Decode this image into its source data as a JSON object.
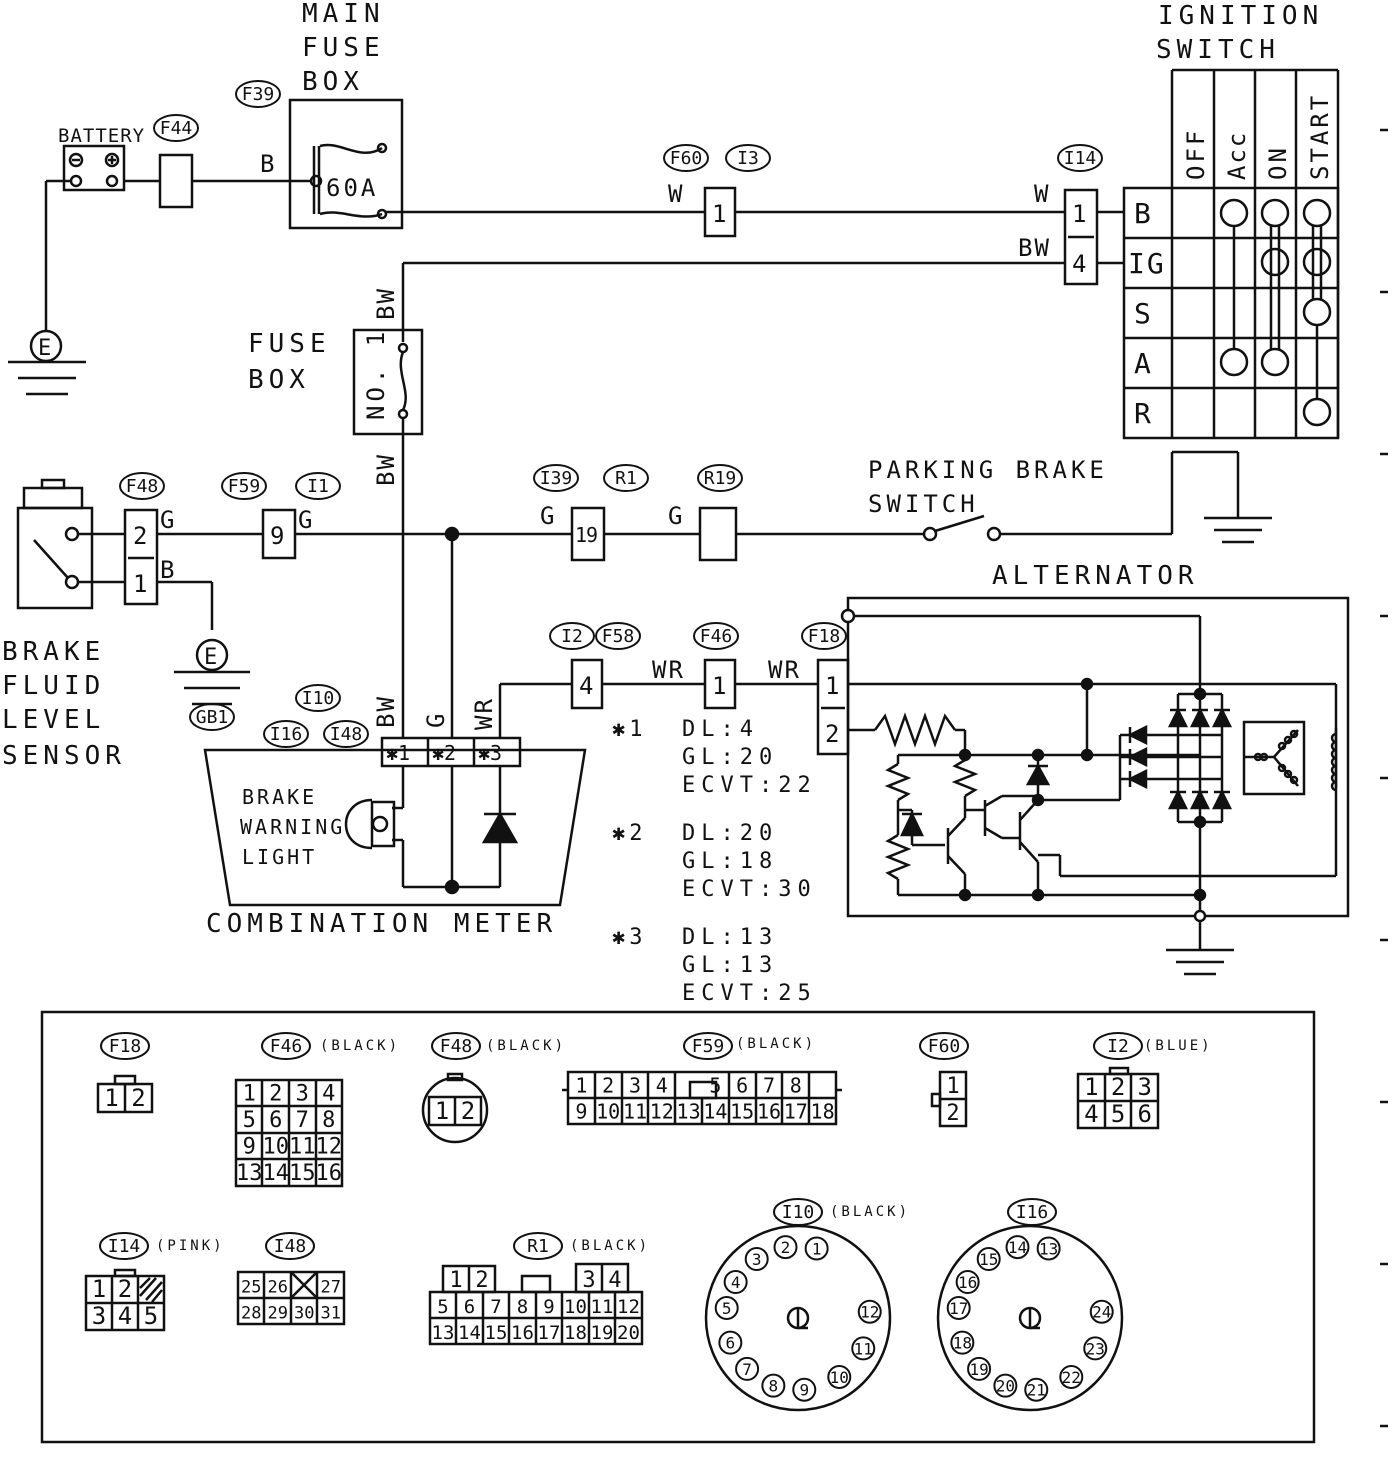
{
  "labels": {
    "battery": "BATTERY",
    "main_fuse_box": [
      "MAIN",
      "FUSE",
      "BOX"
    ],
    "fuse_60a": "60A",
    "ignition_switch": [
      "IGNITION",
      "SWITCH"
    ],
    "fuse_box": [
      "FUSE",
      "BOX"
    ],
    "fuse_no1": "NO. 1",
    "parking_brake_switch": [
      "PARKING BRAKE",
      "SWITCH"
    ],
    "alternator": "ALTERNATOR",
    "brake_fluid_level_sensor": [
      "BRAKE",
      "FLUID",
      "LEVEL",
      "SENSOR"
    ],
    "brake_warning_light": [
      "BRAKE",
      "WARNING",
      "LIGHT"
    ],
    "combination_meter": "COMBINATION METER",
    "ground": "E"
  },
  "ignition_switch": {
    "positions": [
      "OFF",
      "Acc",
      "ON",
      "START"
    ],
    "terminals": [
      "B",
      "IG",
      "S",
      "A",
      "R"
    ]
  },
  "connectors": {
    "F39": "F39",
    "F44": "F44",
    "F60": "F60",
    "I3": "I3",
    "I14": "I14",
    "F48": "F48",
    "F59": "F59",
    "I1": "I1",
    "I39": "I39",
    "R1": "R1",
    "R19": "R19",
    "I2": "I2",
    "F58": "F58",
    "F46": "F46",
    "F18": "F18",
    "I10": "I10",
    "I16": "I16",
    "I48": "I48",
    "GB1": "GB1"
  },
  "wires": {
    "b": "B",
    "w": "W",
    "bw": "BW",
    "g": "G",
    "wr": "WR"
  },
  "pins": {
    "one": "1",
    "two": "2",
    "four": "4",
    "nine": "9",
    "nineteen": "19",
    "star1": "✱1",
    "star2": "✱2",
    "star3": "✱3"
  },
  "notes": [
    {
      "star": "✱1",
      "lines": [
        "DL:4",
        "GL:20",
        "ECVT:22"
      ]
    },
    {
      "star": "✱2",
      "lines": [
        "DL:20",
        "GL:18",
        "ECVT:30"
      ]
    },
    {
      "star": "✱3",
      "lines": [
        "DL:13",
        "GL:13",
        "ECVT:25"
      ]
    }
  ],
  "legend": {
    "F18": {
      "tag": "F18",
      "color": "",
      "rows": [
        [
          "1",
          "2"
        ]
      ]
    },
    "F46": {
      "tag": "F46",
      "color": "(BLACK)",
      "rows": [
        [
          "1",
          "2",
          "3",
          "4"
        ],
        [
          "5",
          "6",
          "7",
          "8"
        ],
        [
          "9",
          "10",
          "11",
          "12"
        ],
        [
          "13",
          "14",
          "15",
          "16"
        ]
      ]
    },
    "F48": {
      "tag": "F48",
      "color": "(BLACK)",
      "rows": [
        [
          "1",
          "2"
        ]
      ]
    },
    "F59": {
      "tag": "F59",
      "color": "(BLACK)",
      "rows": [
        [
          "1",
          "2",
          "3",
          "4",
          "",
          "5",
          "6",
          "7",
          "8"
        ],
        [
          "9",
          "10",
          "11",
          "12",
          "13",
          "14",
          "15",
          "16",
          "17",
          "18"
        ]
      ]
    },
    "F60": {
      "tag": "F60",
      "color": "",
      "rows": [
        [
          "1"
        ],
        [
          "2"
        ]
      ]
    },
    "I2": {
      "tag": "I2",
      "color": "(BLUE)",
      "rows": [
        [
          "1",
          "2",
          "3"
        ],
        [
          "4",
          "5",
          "6"
        ]
      ]
    },
    "I14": {
      "tag": "I14",
      "color": "(PINK)",
      "rows": [
        [
          "1",
          "2",
          ""
        ],
        [
          "3",
          "4",
          "5"
        ]
      ]
    },
    "I48": {
      "tag": "I48",
      "color": "",
      "rows": [
        [
          "25",
          "26",
          "",
          "27"
        ],
        [
          "28",
          "29",
          "30",
          "31"
        ]
      ]
    },
    "R1": {
      "tag": "R1",
      "color": "(BLACK)",
      "rows": [
        [
          "1",
          "2",
          "",
          "",
          "",
          "3",
          "4"
        ],
        [
          "5",
          "6",
          "7",
          "8",
          "9",
          "10",
          "11",
          "12"
        ],
        [
          "13",
          "14",
          "15",
          "16",
          "17",
          "18",
          "19",
          "20"
        ]
      ]
    },
    "I10": {
      "tag": "I10",
      "color": "(BLACK)",
      "pins": [
        "1",
        "2",
        "3",
        "4",
        "5",
        "6",
        "7",
        "8",
        "9",
        "10",
        "11",
        "12"
      ]
    },
    "I16": {
      "tag": "I16",
      "color": "",
      "pins": [
        "13",
        "14",
        "15",
        "16",
        "17",
        "18",
        "19",
        "20",
        "21",
        "22",
        "23",
        "24"
      ]
    }
  }
}
